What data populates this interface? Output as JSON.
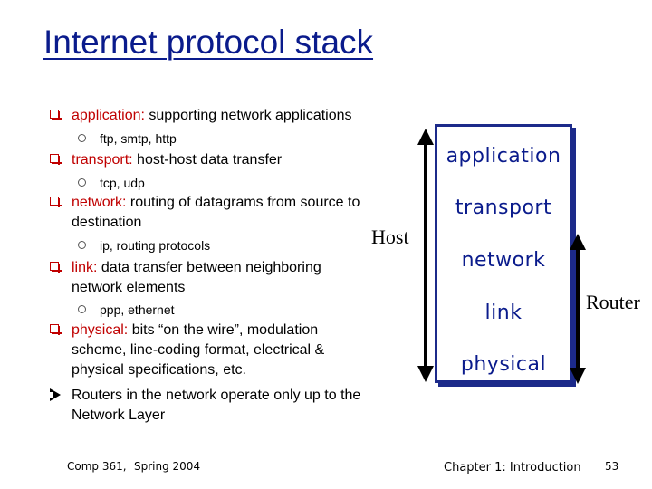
{
  "slide": {
    "title": "Internet protocol stack",
    "bullets": [
      {
        "term": "application:",
        "text": " supporting network applications",
        "sub": "ftp, smtp, http"
      },
      {
        "term": "transport:",
        "text": " host-host data transfer",
        "sub": "tcp, udp"
      },
      {
        "term": "network:",
        "text": " routing of datagrams from source to destination",
        "sub": "ip, routing protocols"
      },
      {
        "term": "link:",
        "text": " data transfer between neighboring network elements",
        "sub": "ppp, ethernet"
      },
      {
        "term": "physical:",
        "text": " bits “on the wire”, modulation scheme, line-coding format, electrical & physical specifications, etc.",
        "sub": ""
      }
    ],
    "note": "Routers in the network operate only up to the Network Layer",
    "stack_layers": [
      "application",
      "transport",
      "network",
      "link",
      "physical"
    ],
    "host_label": "Host",
    "router_label": "Router"
  },
  "footer": {
    "course": "Comp 361,",
    "term": "Spring 2004",
    "chapter": "Chapter 1: Introduction",
    "page": "53"
  },
  "colors": {
    "title": "#0a1b8c",
    "term": "#c00000",
    "stack_border": "#1c2a8a"
  }
}
